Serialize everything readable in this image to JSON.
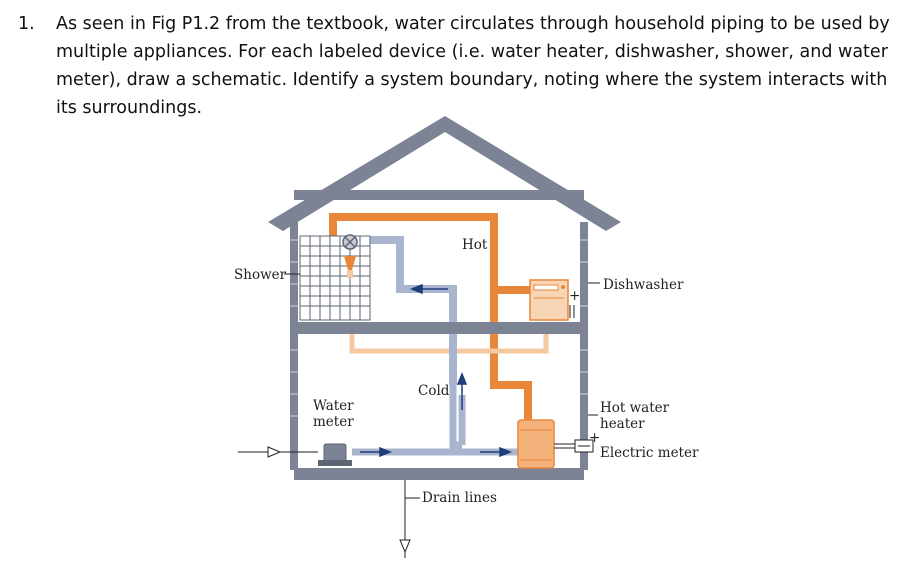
{
  "question": {
    "number": "1.",
    "text": "As seen in Fig P1.2 from the textbook, water circulates through household piping to be used by multiple appliances. For each labeled device (i.e. water heater, dishwasher, shower, and water meter), draw a schematic. Identify a system boundary, noting where the system interacts with its surroundings."
  },
  "figure": {
    "labels": {
      "shower": "Shower",
      "hot": "Hot",
      "dishwasher": "Dishwasher",
      "cold": "Cold",
      "water_meter_line1": "Water",
      "water_meter_line2": "meter",
      "hot_water_heater_line1": "Hot water",
      "hot_water_heater_line2": "heater",
      "electric_meter": "Electric meter",
      "drain_lines": "Drain lines"
    },
    "colors": {
      "hot_pipe": "#e8863a",
      "hot_pipe_light": "#f4c8a0",
      "cold_pipe": "#a9b5cf",
      "structure": "#7b8394",
      "structure_dark": "#5d6574",
      "arrow": "#1f3d7a"
    }
  }
}
